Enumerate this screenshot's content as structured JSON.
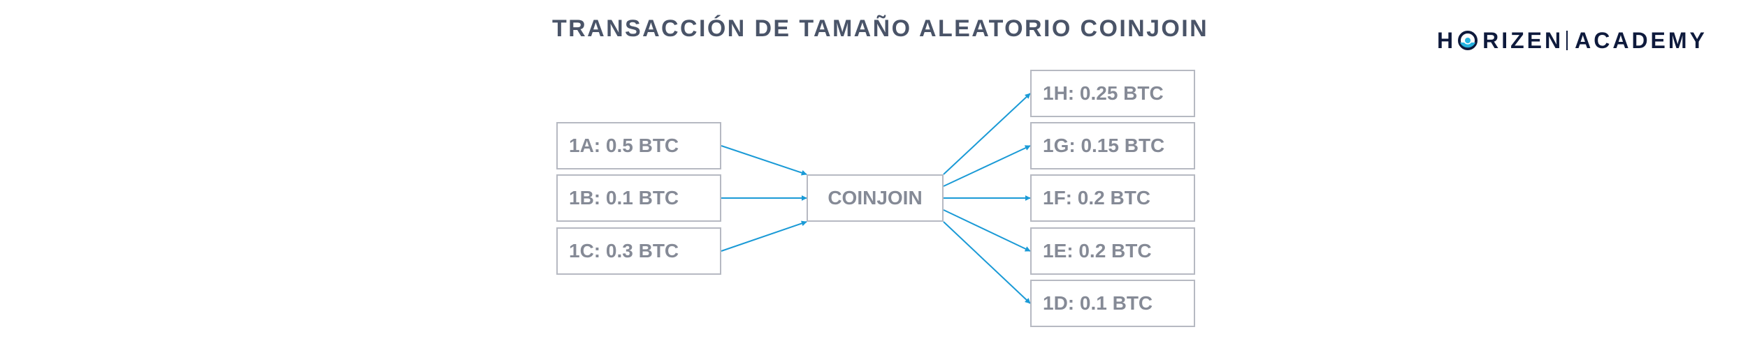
{
  "title": "TRANSACCIÓN DE TAMAÑO ALEATORIO COINJOIN",
  "logo": {
    "left_text": "H",
    "middle_text": "RIZEN",
    "right_text": "ACADEMY",
    "colors": {
      "dark": "#0e1a3c",
      "accent": "#26b3e0"
    }
  },
  "diagram": {
    "inputs": [
      {
        "id": "1A",
        "label": "1A: 0.5 BTC"
      },
      {
        "id": "1B",
        "label": "1B: 0.1 BTC"
      },
      {
        "id": "1C",
        "label": "1C: 0.3 BTC"
      }
    ],
    "center": {
      "label": "COINJOIN"
    },
    "outputs": [
      {
        "id": "1H",
        "label": "1H: 0.25 BTC"
      },
      {
        "id": "1G",
        "label": "1G: 0.15 BTC"
      },
      {
        "id": "1F",
        "label": "1F: 0.2 BTC"
      },
      {
        "id": "1E",
        "label": "1E: 0.2 BTC"
      },
      {
        "id": "1D",
        "label": "1D: 0.1 BTC"
      }
    ],
    "colors": {
      "arrow": "#1a9ad6",
      "border": "#b6b9c2",
      "text": "#858a96"
    }
  }
}
